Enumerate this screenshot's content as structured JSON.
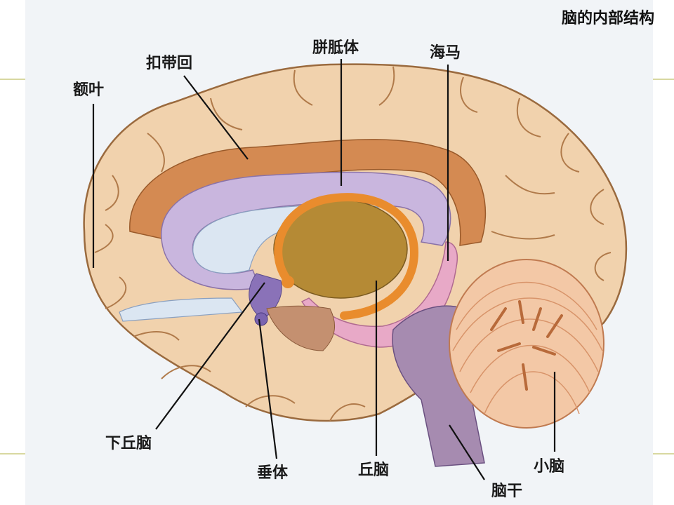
{
  "title": "脑的内部结构",
  "labels": {
    "frontal_lobe": "额叶",
    "cingulate_gyrus": "扣带回",
    "corpus_callosum": "胼胝体",
    "hippocampus": "海马",
    "hypothalamus": "下丘脑",
    "pituitary": "垂体",
    "thalamus": "丘脑",
    "brainstem": "脑干",
    "cerebellum": "小脑"
  },
  "colors": {
    "cortex": "#f1d2ad",
    "cortex_line": "#9a6a3e",
    "cingulate": "#d48a52",
    "corpus_callosum": "#c9b6de",
    "ventricle": "#dbe6f2",
    "fornix": "#e98c2d",
    "thalamus": "#b58a35",
    "hippocampus": "#e8a9c7",
    "brainstem": "#a68bb0",
    "cerebellum": "#f3c8a6"
  }
}
